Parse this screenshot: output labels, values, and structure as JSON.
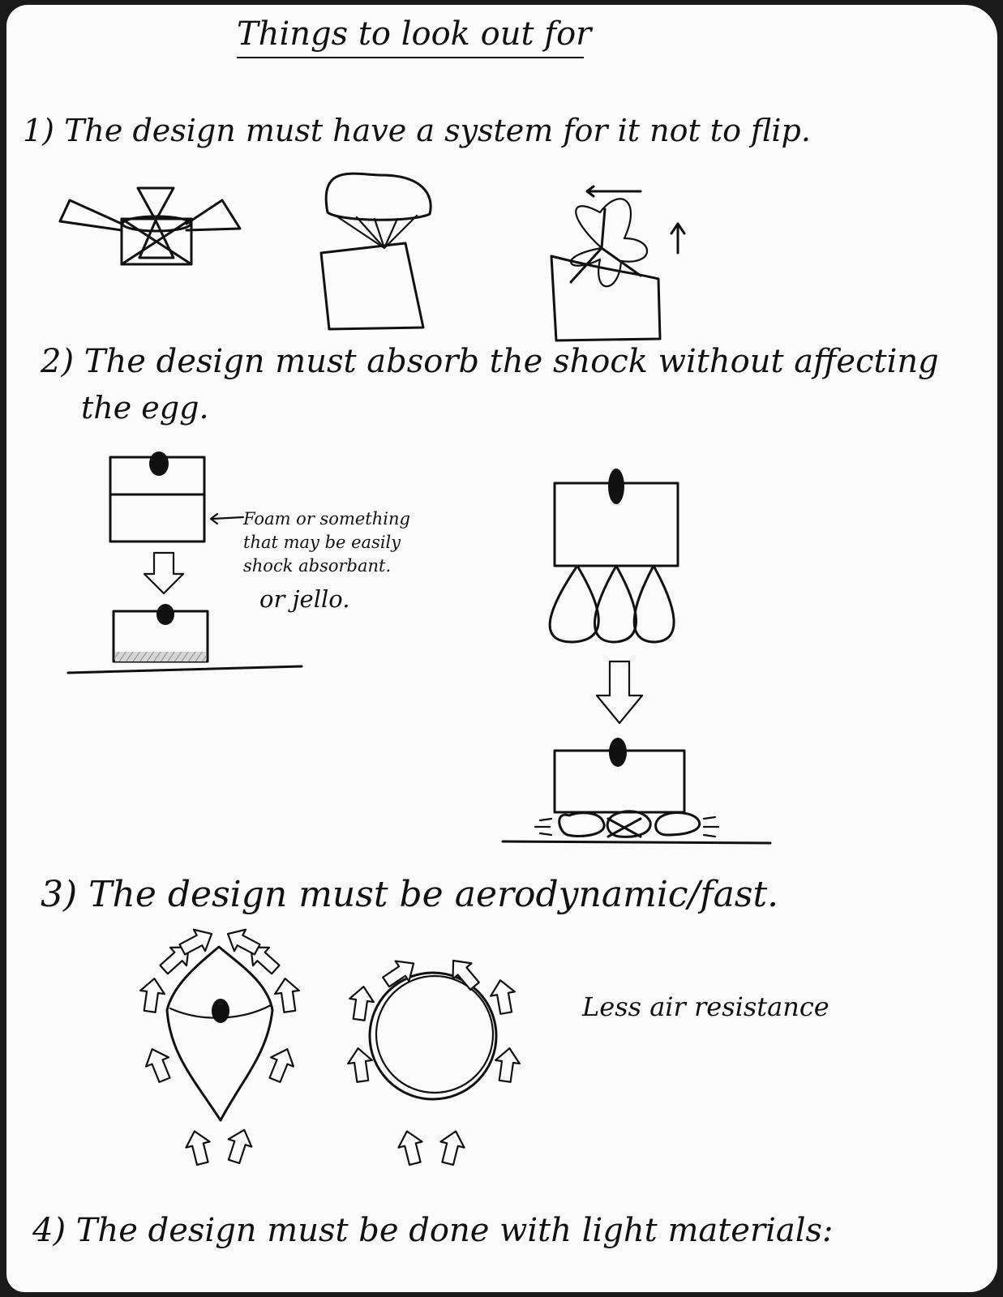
{
  "title": "Things to look out for",
  "sections": [
    {
      "text": "1) The design must have a system for it not to flip."
    },
    {
      "line1": "2) The design must absorb the shock without affecting",
      "line2": "the egg."
    },
    {
      "text": "3) The design must be aerodynamic/fast."
    },
    {
      "text": "4) The design must be done with light materials:"
    }
  ],
  "annotations": {
    "foam_note": [
      "Foam or something",
      "that may be easily",
      "shock absorbant."
    ],
    "jello": "or jello.",
    "air_note": "Less air resistance"
  }
}
